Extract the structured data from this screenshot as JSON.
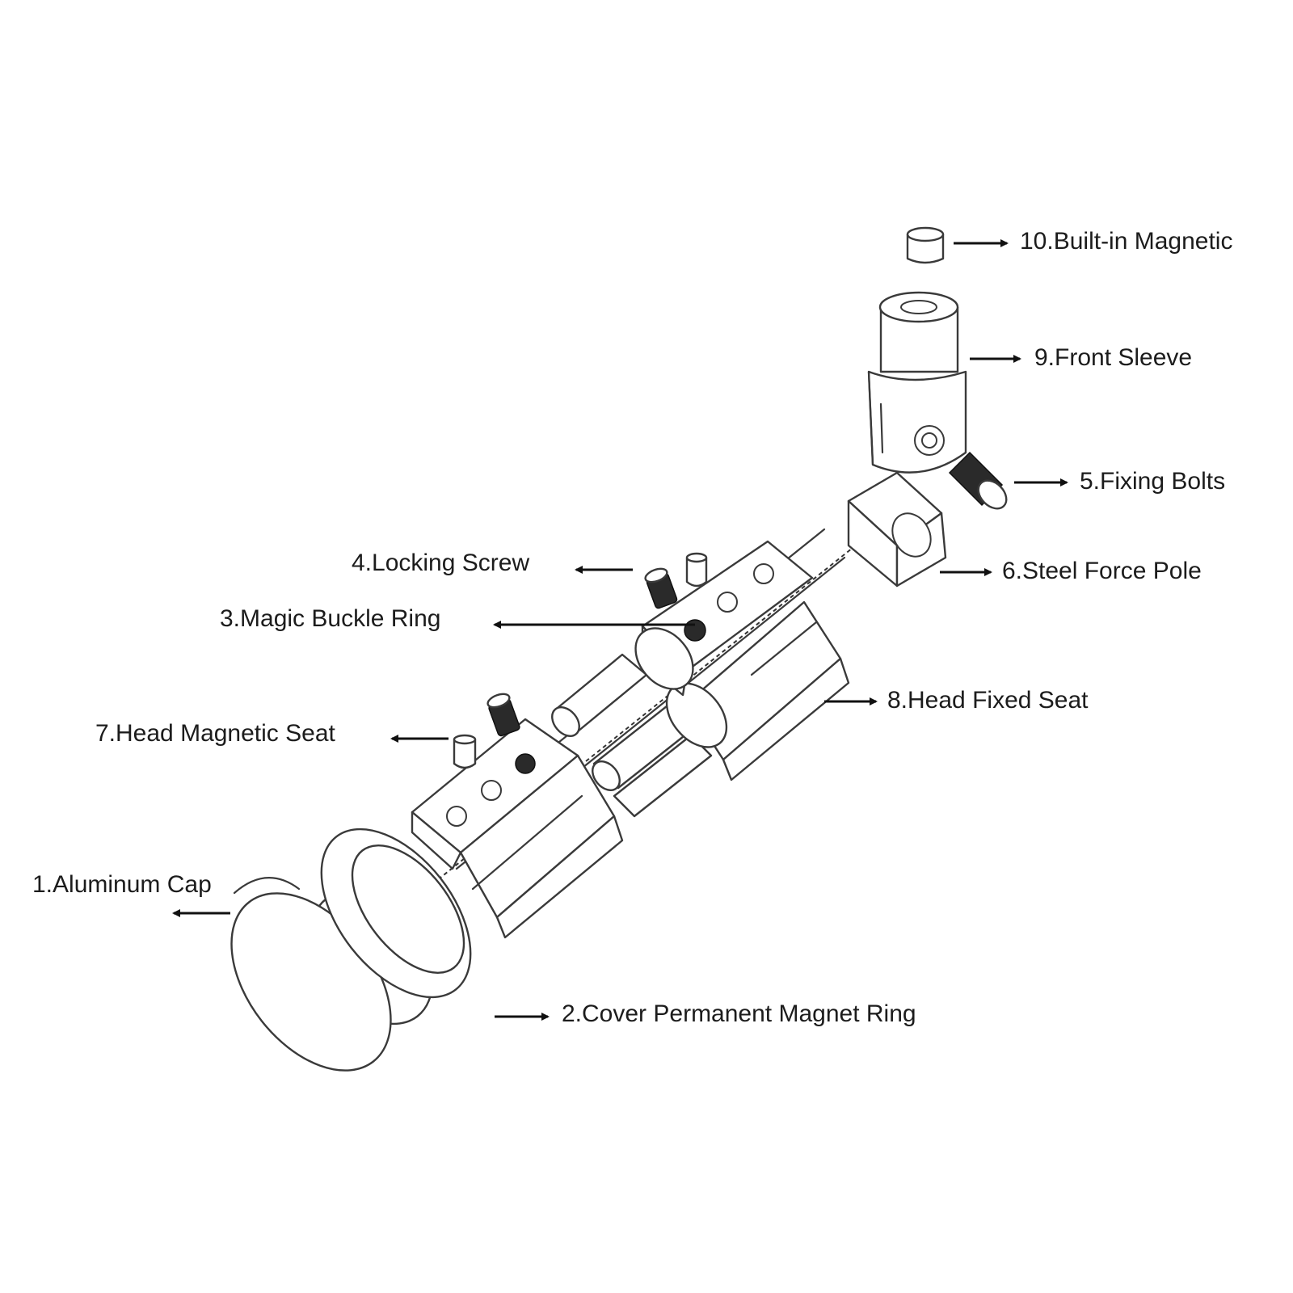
{
  "colors": {
    "background": "#ffffff",
    "line": "#3a3a3a",
    "text": "#1c1c1c",
    "screw": "#2a2a2a"
  },
  "labels": {
    "built_in_magnetic": "10.Built-in Magnetic",
    "front_sleeve": "9.Front Sleeve",
    "fixing_bolts": "5.Fixing Bolts",
    "steel_force_pole": "6.Steel Force Pole",
    "locking_screw": "4.Locking Screw",
    "magic_buckle_ring": "3.Magic Buckle Ring",
    "head_fixed_seat": "8.Head Fixed Seat",
    "head_magnetic_seat": "7.Head Magnetic Seat",
    "aluminum_cap": "1.Aluminum Cap",
    "cover_permanent_magnet_ring": "2.Cover Permanent Magnet Ring"
  }
}
